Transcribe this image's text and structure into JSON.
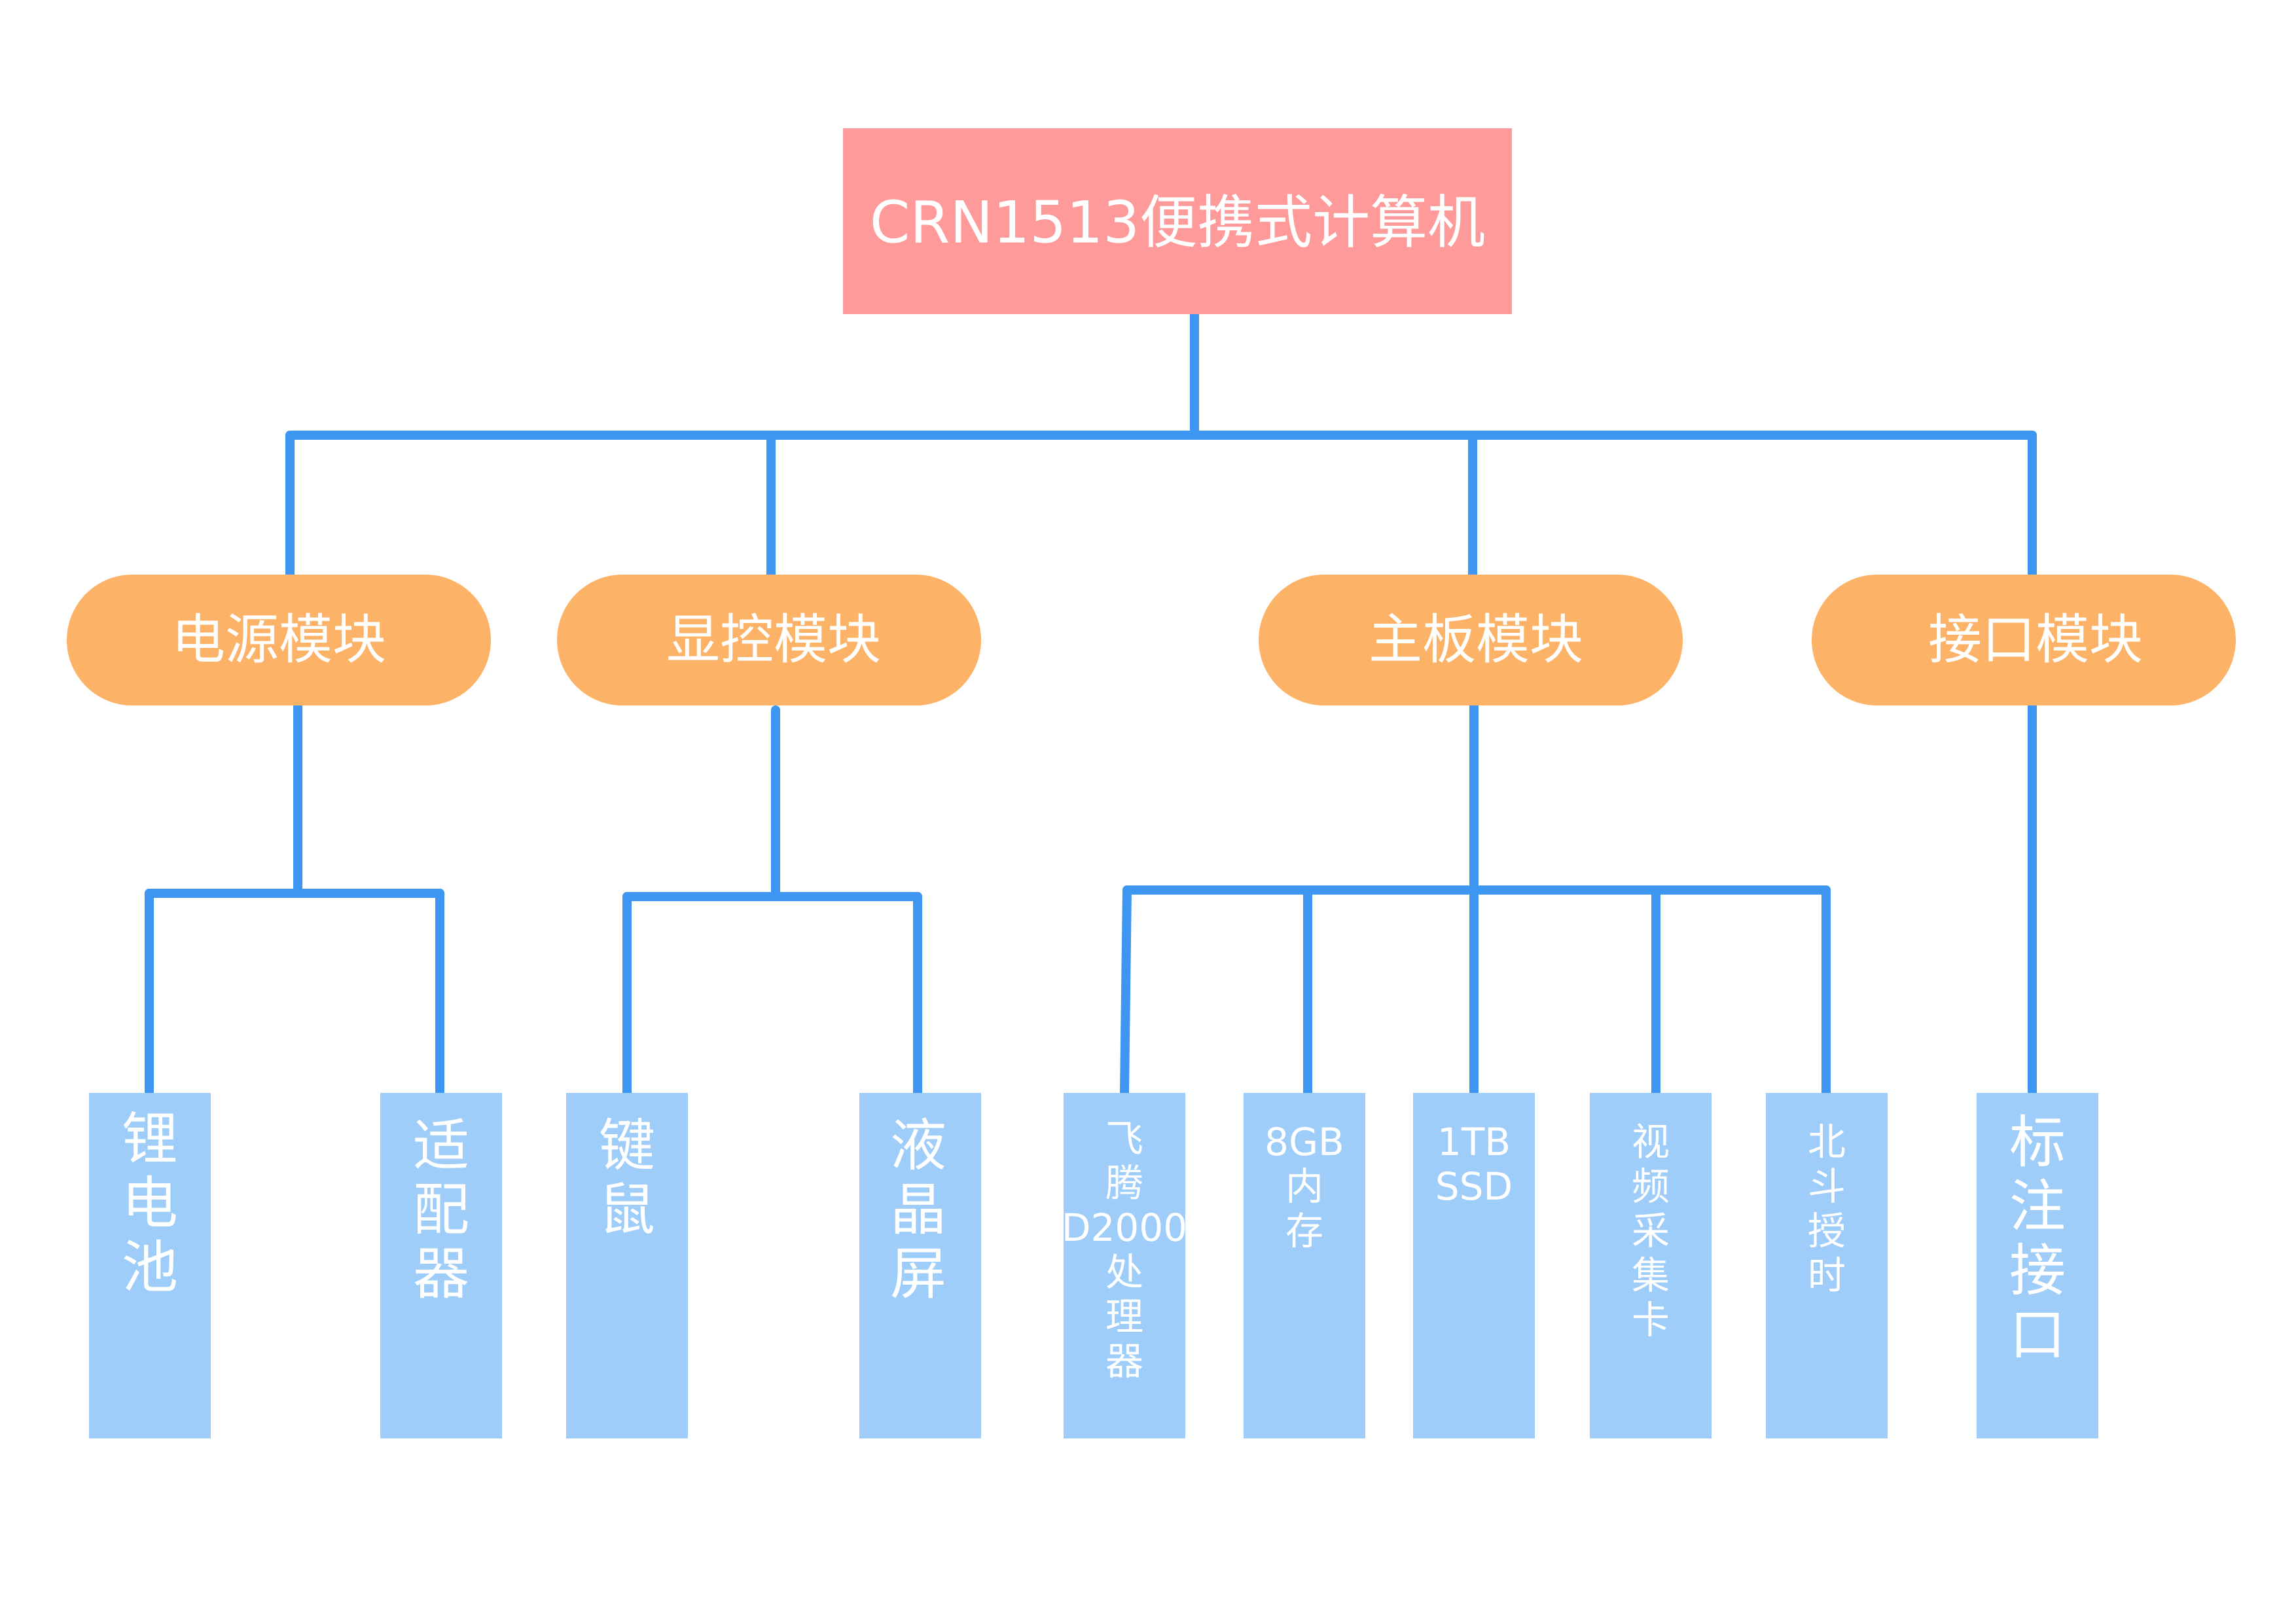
{
  "root": {
    "label": "CRN1513便携式计算机"
  },
  "modules": [
    {
      "label": "电源模块"
    },
    {
      "label": "显控模块"
    },
    {
      "label": "主板模块"
    },
    {
      "label": "接口模块"
    }
  ],
  "leaves": [
    {
      "label": "锂电池"
    },
    {
      "label": "适配器"
    },
    {
      "label": "键鼠"
    },
    {
      "label": "液晶屏"
    },
    {
      "label": "飞腾D2000处理器"
    },
    {
      "label": "8GB内存"
    },
    {
      "label": "1TB SSD"
    },
    {
      "label": "视频采集卡"
    },
    {
      "label": "北斗授时"
    },
    {
      "label": "标注接口"
    }
  ],
  "colors": {
    "connector": "#3d97f2",
    "root_fill": "#ff9a9a",
    "module_fill": "#fdb367",
    "leaf_fill": "#9ecdfa",
    "text": "#ffffff"
  }
}
